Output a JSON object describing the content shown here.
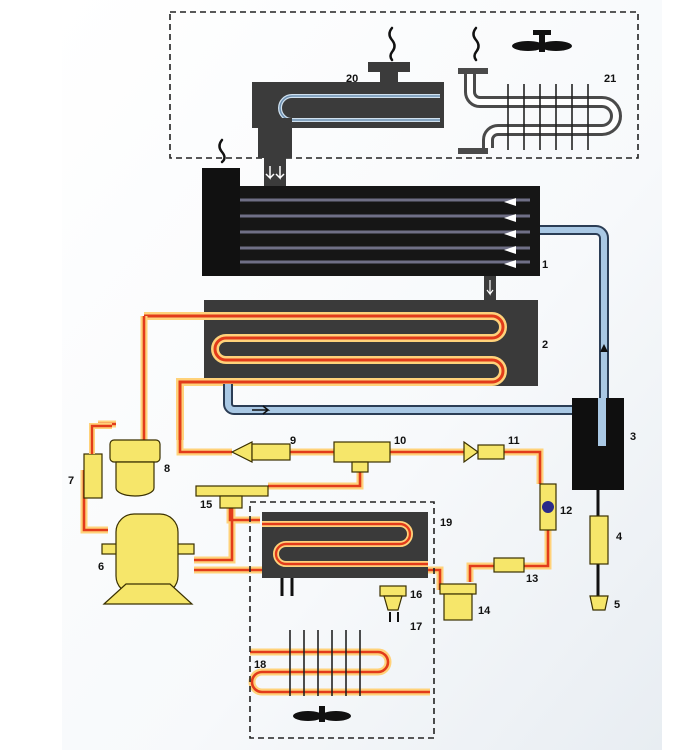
{
  "labels": {
    "n1": "1",
    "n2": "2",
    "n3": "3",
    "n4": "4",
    "n5": "5",
    "n6": "6",
    "n7": "7",
    "n8": "8",
    "n9": "9",
    "n10": "10",
    "n11": "11",
    "n12": "12",
    "n13": "13",
    "n14": "14",
    "n15": "15",
    "n16": "16",
    "n17": "17",
    "n18": "18",
    "n19": "19",
    "n20": "20",
    "n21": "21"
  },
  "colors": {
    "background": "#ffffff",
    "panel": "#f3f5f7",
    "dark": "#222222",
    "coolant_blue": "#8fb7d8",
    "refrigerant_red": "#e23b1a",
    "refrigerant_glow": "#ffd27a",
    "component_yellow": "#f6e66a",
    "component_outline": "#3a3000"
  },
  "icons": {
    "steam": "steam-wave-icon",
    "fan": "fan-icon",
    "arrow": "flow-arrow-icon"
  }
}
